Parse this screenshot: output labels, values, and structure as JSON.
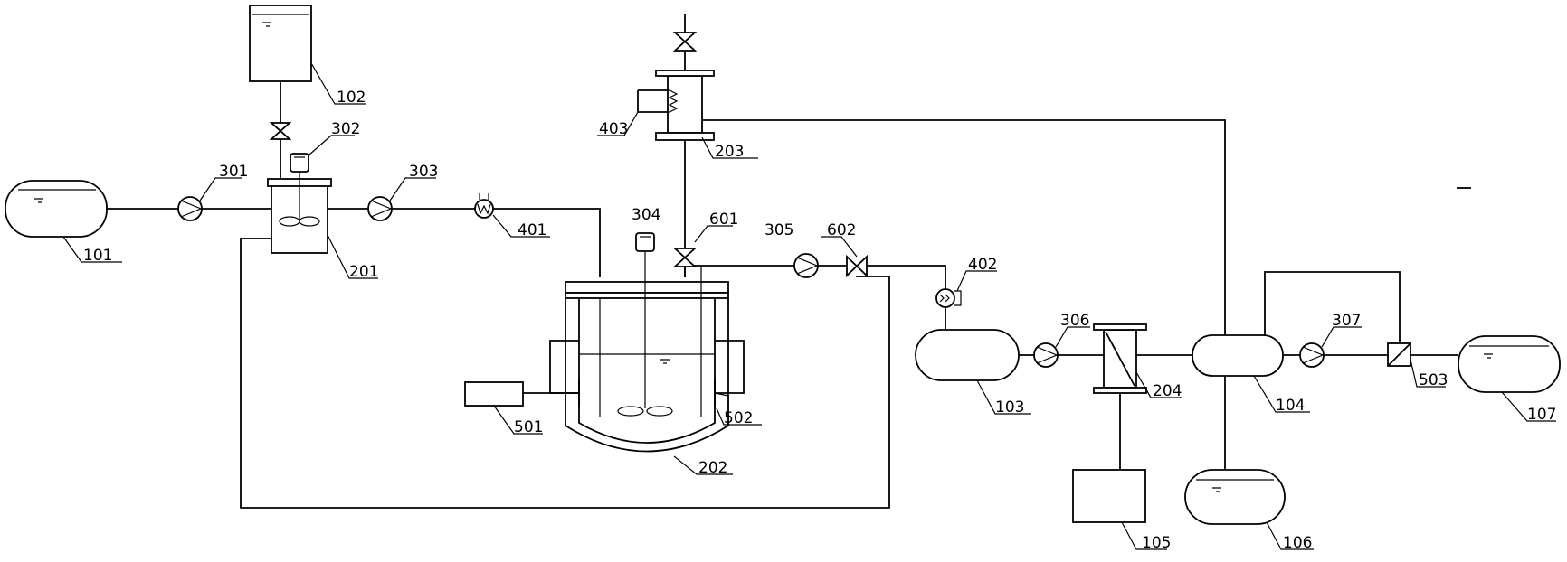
{
  "labels": {
    "t101": "101",
    "t102": "102",
    "t103": "103",
    "t104": "104",
    "t105": "105",
    "t106": "106",
    "t107": "107",
    "r201": "201",
    "r202": "202",
    "r203": "203",
    "r204": "204",
    "p301": "301",
    "p302": "302",
    "p303": "303",
    "p304": "304",
    "p305": "305",
    "p306": "306",
    "p307": "307",
    "i401": "401",
    "i402": "402",
    "i403": "403",
    "c501": "501",
    "c502": "502",
    "c503": "503",
    "v601": "601",
    "v602": "602"
  }
}
